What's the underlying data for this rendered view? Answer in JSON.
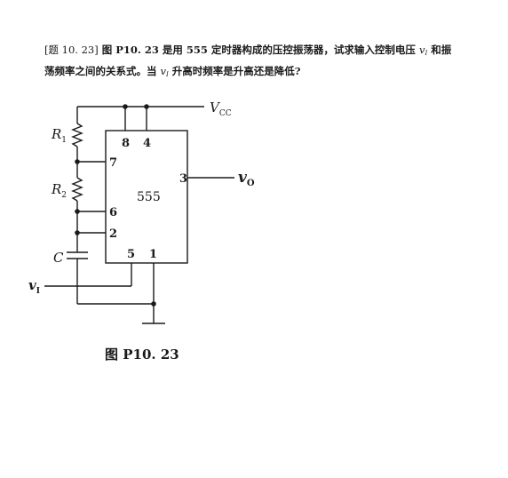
{
  "question": {
    "tag": "[题 10. 23]",
    "line1_a": "图 P10. 23 是用 555 定时器构成的压控振荡器，试求输入控制电压",
    "v_symbol": "v",
    "v_sub": "I",
    "line1_b": "和振",
    "line2_a": "荡频率之间的关系式。当",
    "line2_b": "升高时频率是升高还是降低?"
  },
  "circuit": {
    "chip_label": "555",
    "pins": {
      "p8": "8",
      "p4": "4",
      "p7": "7",
      "p3": "3",
      "p6": "6",
      "p2": "2",
      "p5": "5",
      "p1": "1"
    },
    "vcc": {
      "main": "V",
      "sub": "CC"
    },
    "r1": {
      "main": "R",
      "sub": "1"
    },
    "r2": {
      "main": "R",
      "sub": "2"
    },
    "cap": "C",
    "vo": {
      "main": "v",
      "sub": "O"
    },
    "vi": {
      "main": "v",
      "sub": "I"
    }
  },
  "caption": "图 P10. 23"
}
